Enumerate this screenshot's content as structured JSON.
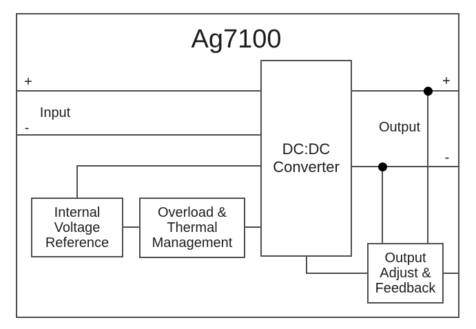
{
  "diagram": {
    "title": "Ag7100",
    "input": {
      "label": "Input",
      "plus": "+",
      "minus": "-"
    },
    "output": {
      "label": "Output",
      "plus": "+",
      "minus": "-"
    },
    "blocks": {
      "dcdc": {
        "label": "DC:DC\nConverter"
      },
      "voltage_reference": {
        "label": "Internal\nVoltage\nReference"
      },
      "overload": {
        "label": "Overload &\nThermal\nManagement"
      },
      "output_adjust": {
        "label": "Output\nAdjust &\nFeedback"
      }
    },
    "colors": {
      "line": "#4d4d4d",
      "text": "#1c1c1c",
      "background": "#ffffff",
      "junction_dot": "#000000"
    }
  }
}
